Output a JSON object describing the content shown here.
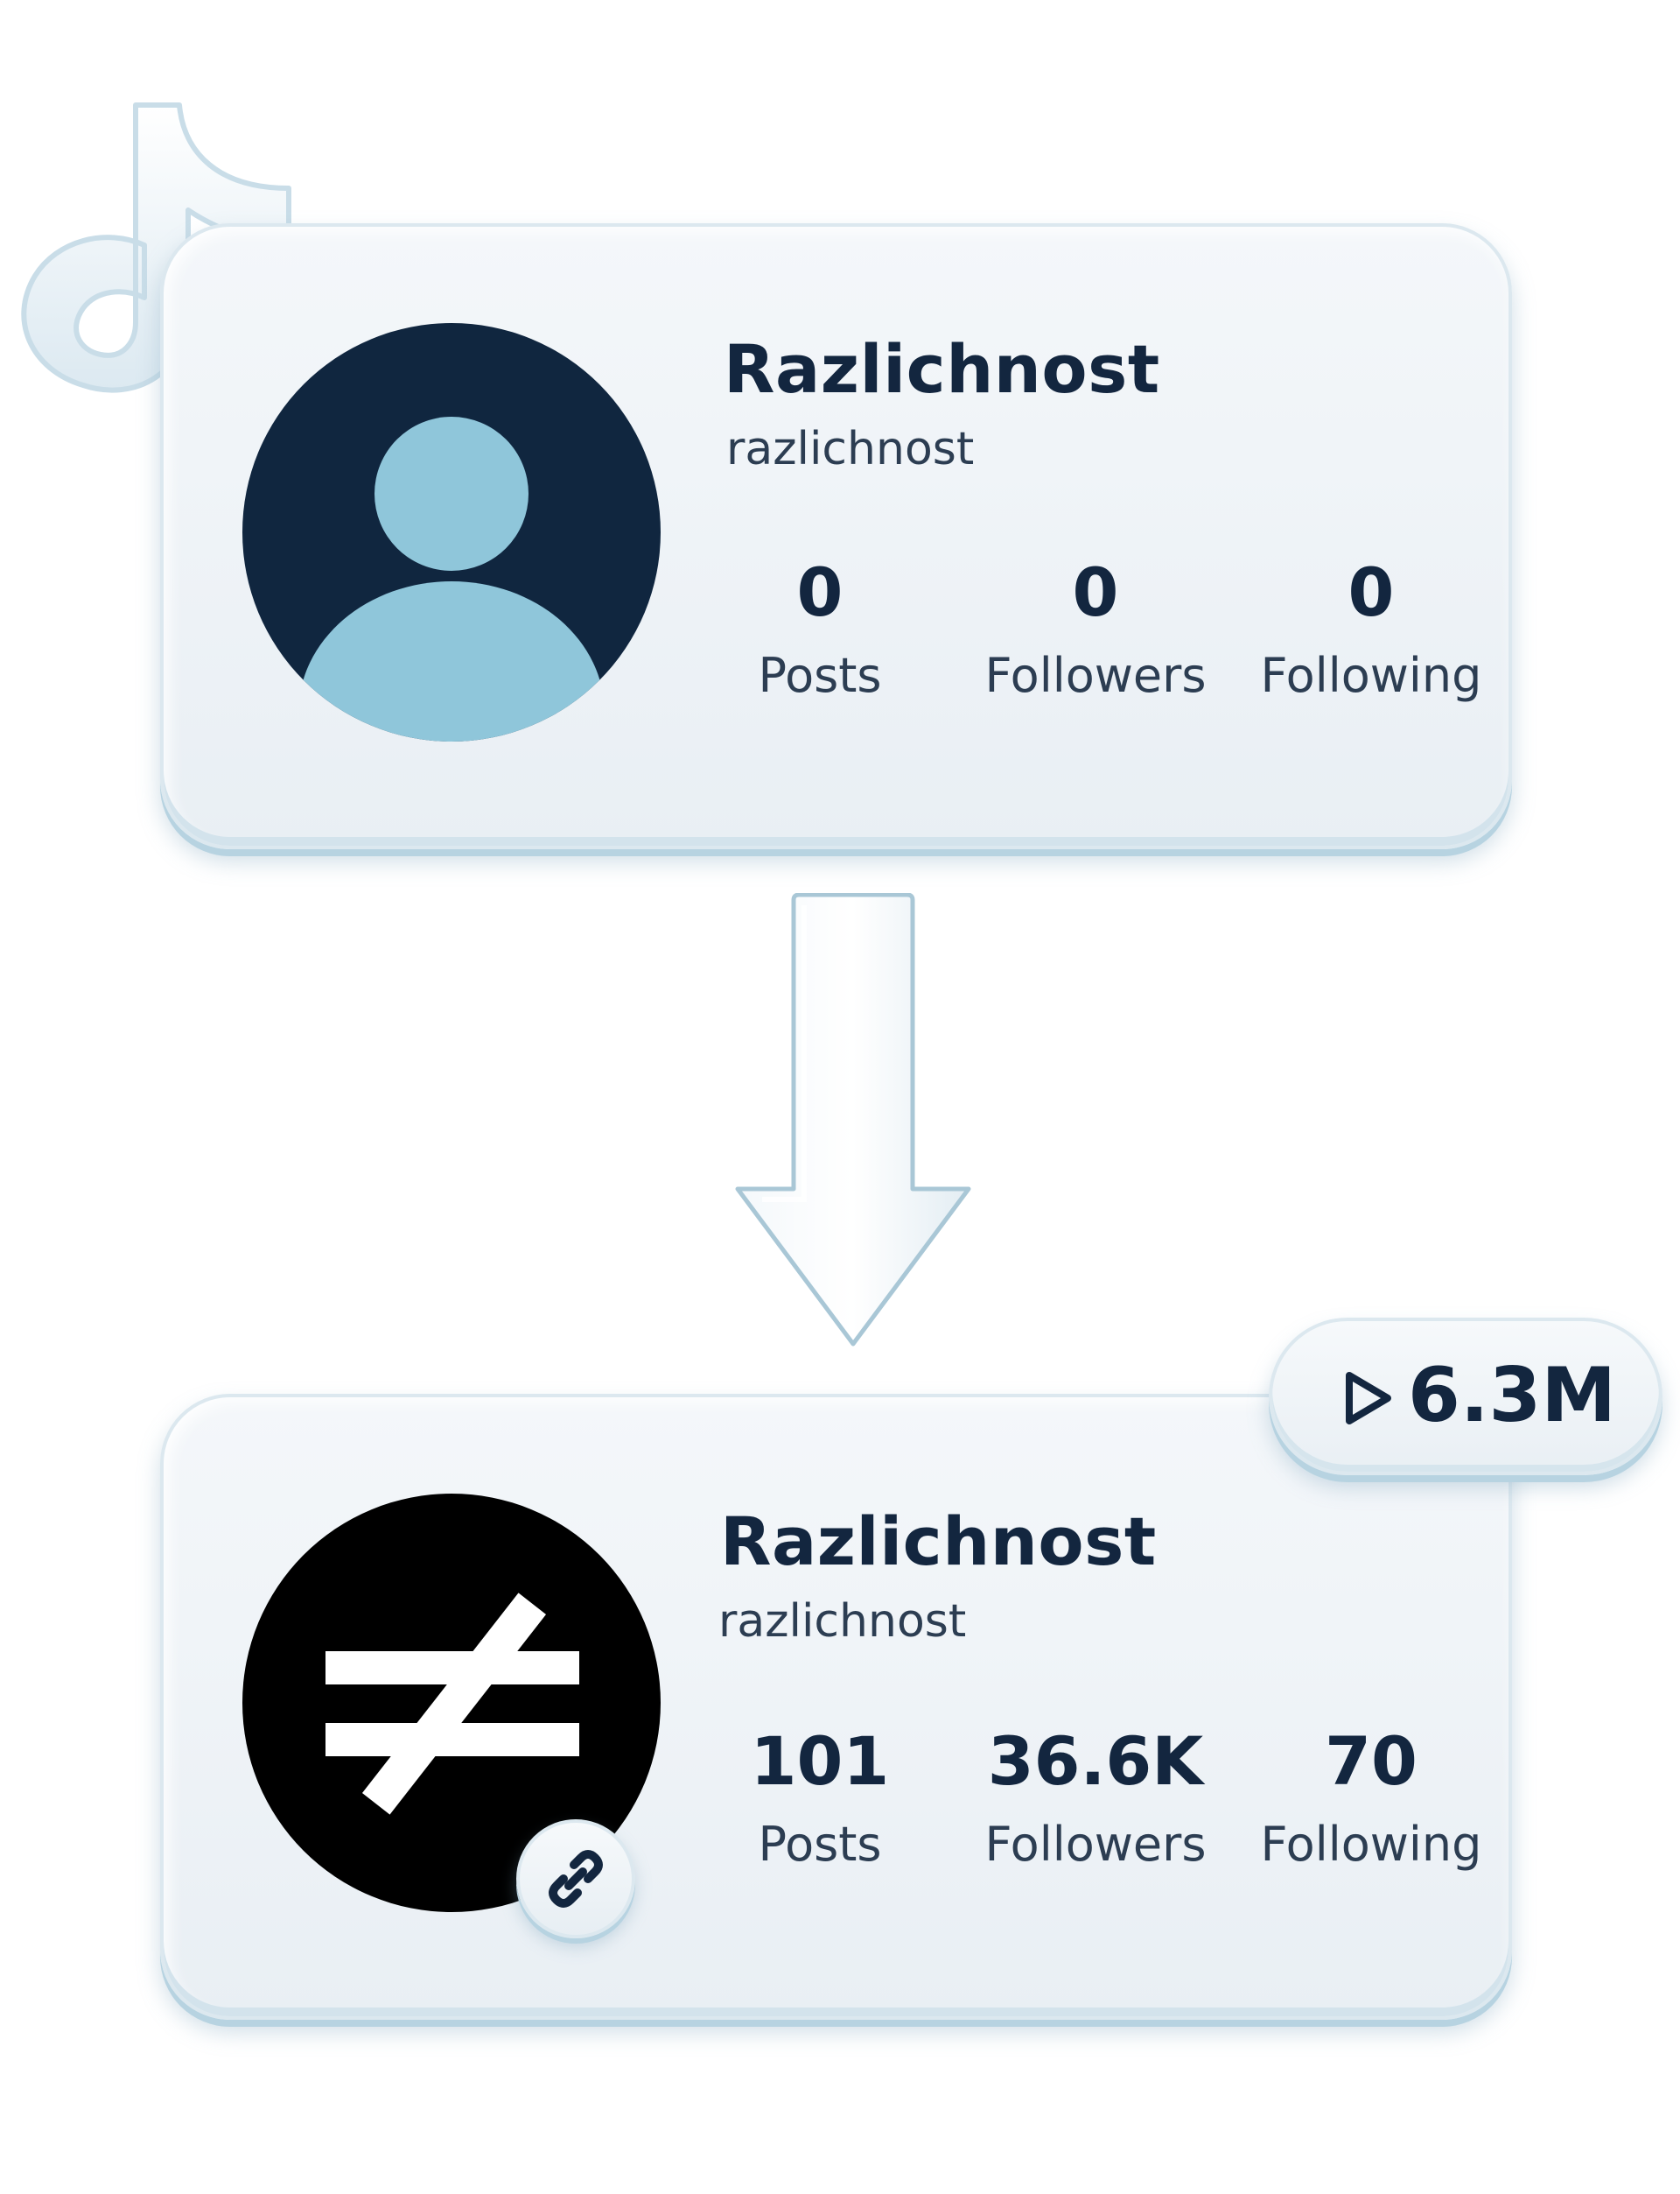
{
  "profile_before": {
    "name": "Razlichnost",
    "handle": "razlichnost",
    "stats": [
      {
        "value": "0",
        "label": "Posts"
      },
      {
        "value": "0",
        "label": "Followers"
      },
      {
        "value": "0",
        "label": "Following"
      }
    ],
    "avatar_icon": "default-user-icon"
  },
  "profile_after": {
    "name": "Razlichnost",
    "handle": "razlichnost",
    "stats": [
      {
        "value": "101",
        "label": "Posts"
      },
      {
        "value": "36.6K",
        "label": "Followers"
      },
      {
        "value": "70",
        "label": "Following"
      }
    ],
    "avatar_icon": "not-equal-icon",
    "views": "6.3M",
    "badge_icon": "link-icon"
  },
  "colors": {
    "navy": "#10263f",
    "light_blue": "#8fc6da",
    "text": "#13263f",
    "card": "#eef3f7"
  }
}
